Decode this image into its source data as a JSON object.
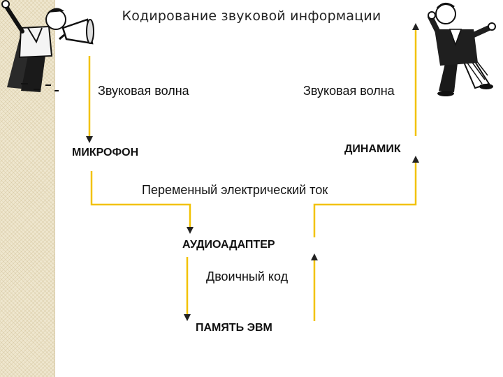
{
  "title": "Кодирование звуковой информации",
  "labels": {
    "wave_left": "Звуковая волна",
    "wave_right": "Звуковая волна",
    "microphone": "МИКРОФОН",
    "speaker": "ДИНАМИК",
    "current": "Переменный электрический ток",
    "audio_adapter": "АУДИОАДАПТЕР",
    "binary_code": "Двоичный код",
    "memory": "ПАМЯТЬ ЭВМ"
  },
  "colors": {
    "connector": "#f2c200",
    "strip": "#efe7cf",
    "text": "#111111"
  },
  "icons": {
    "left_figure": "man-with-megaphone-icon",
    "right_figure": "man-listening-icon"
  }
}
